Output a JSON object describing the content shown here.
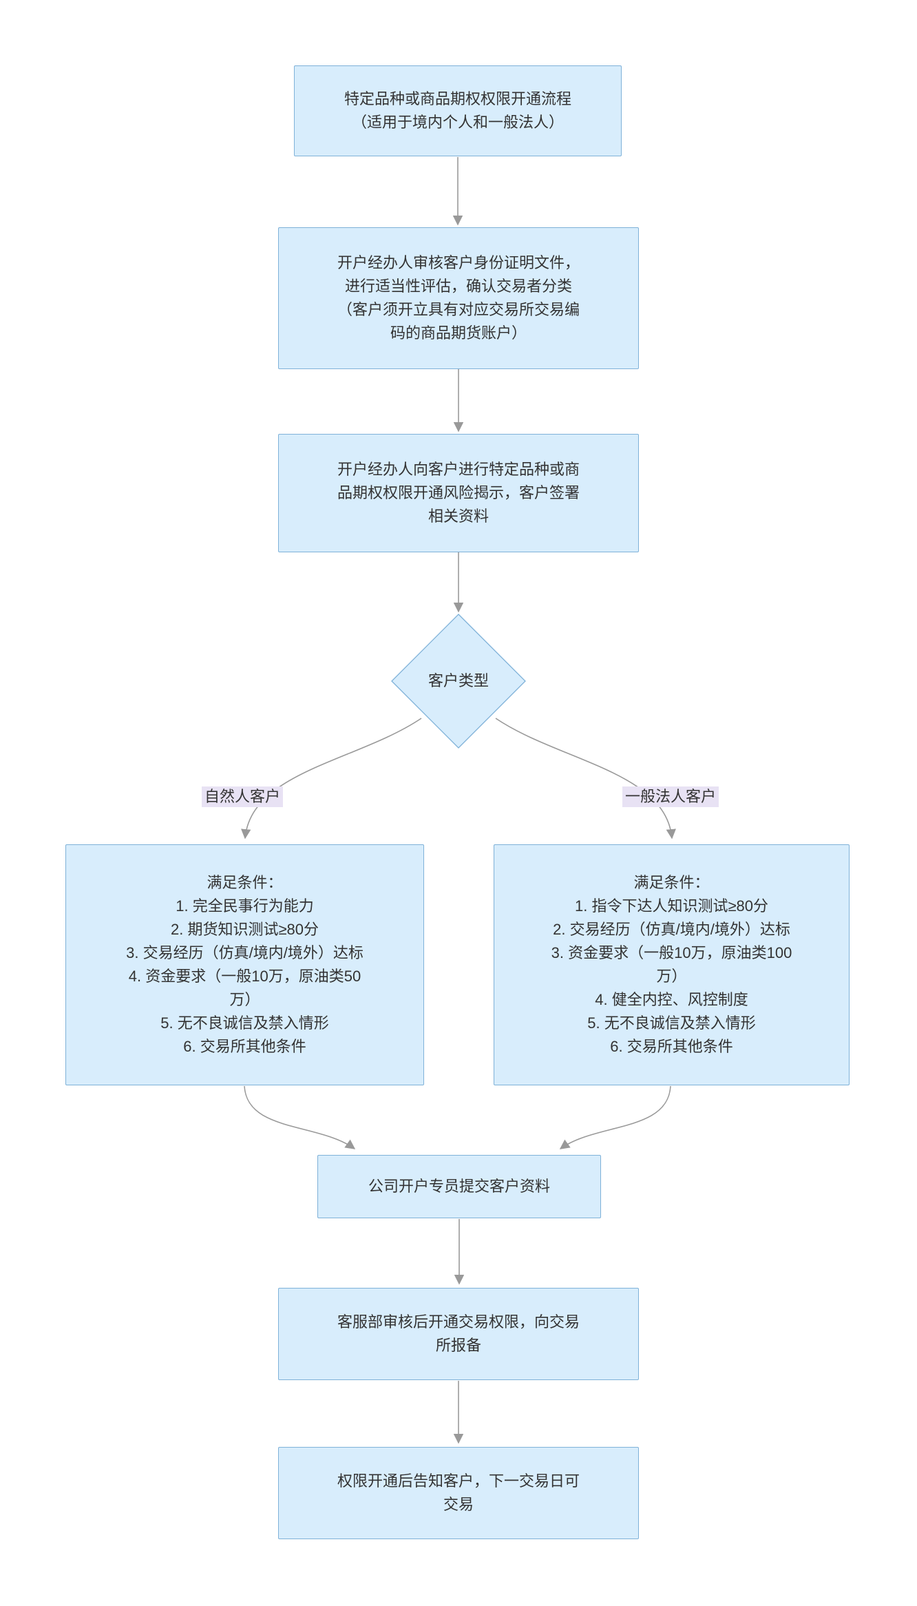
{
  "theme": {
    "background": "#ffffff",
    "node_fill": "#d8edfc",
    "node_border": "#7eb1d8",
    "edge_color": "#999999",
    "edge_label_bg": "#e8e2f4",
    "text_color": "#333333"
  },
  "nodes": {
    "start": {
      "lines": [
        "特定品种或商品期权权限开通流程",
        "（适用于境内个人和一般法人）"
      ]
    },
    "review": {
      "lines": [
        "开户经办人审核客户身份证明文件，",
        "进行适当性评估，确认交易者分类",
        "（客户须开立具有对应交易所交易编",
        "码的商品期货账户）"
      ]
    },
    "risk": {
      "lines": [
        "开户经办人向客户进行特定品种或商",
        "品期权权限开通风险揭示，客户签署",
        "相关资料"
      ]
    },
    "decision": {
      "lines": [
        "客户类型"
      ]
    },
    "natural_conditions": {
      "lines": [
        "满足条件：",
        "1. 完全民事行为能力",
        "2. 期货知识测试≥80分",
        "3. 交易经历（仿真/境内/境外）达标",
        "4. 资金要求（一般10万，原油类50",
        "万）",
        "5. 无不良诚信及禁入情形",
        "6. 交易所其他条件"
      ]
    },
    "legal_conditions": {
      "lines": [
        "满足条件：",
        "1. 指令下达人知识测试≥80分",
        "2. 交易经历（仿真/境内/境外）达标",
        "3. 资金要求（一般10万，原油类100",
        "万）",
        "4. 健全内控、风控制度",
        "5. 无不良诚信及禁入情形",
        "6. 交易所其他条件"
      ]
    },
    "submit": {
      "lines": [
        "公司开户专员提交客户资料"
      ]
    },
    "approve": {
      "lines": [
        "客服部审核后开通交易权限，向交易",
        "所报备"
      ]
    },
    "notify": {
      "lines": [
        "权限开通后告知客户，下一交易日可",
        "交易"
      ]
    }
  },
  "edge_labels": {
    "natural_person": "自然人客户",
    "legal_entity": "一般法人客户"
  }
}
